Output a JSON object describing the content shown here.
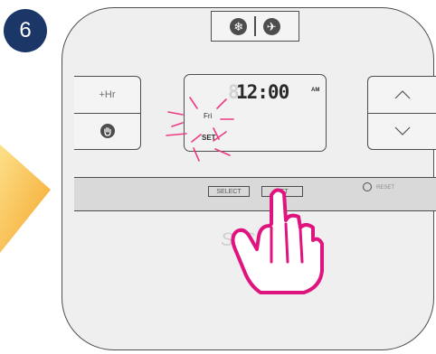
{
  "step": {
    "number": "6"
  },
  "colors": {
    "badge": "#1b3768",
    "arrow_light": "#fde08a",
    "arrow_dark": "#f4a62a",
    "hand_outline": "#e0147f",
    "flash": "#ec3b85",
    "device_outline": "#4d4d4d"
  },
  "mode_buttons": {
    "left_icon": "snowflake-icon",
    "right_icon": "airplane-icon"
  },
  "left_controls": {
    "top_label": "+Hr",
    "bottom_icon": "hold-hand-icon"
  },
  "right_controls": {
    "up_icon": "chevron-up-icon",
    "down_icon": "chevron-down-icon"
  },
  "display": {
    "ghost_digit": "8",
    "time": "12:00",
    "ampm": "AM",
    "day": "Fri",
    "mode": "SET"
  },
  "buttons": {
    "select": "SELECT",
    "set": "SET",
    "reset": "RESET"
  },
  "brand": {
    "logo_text": "S S"
  }
}
